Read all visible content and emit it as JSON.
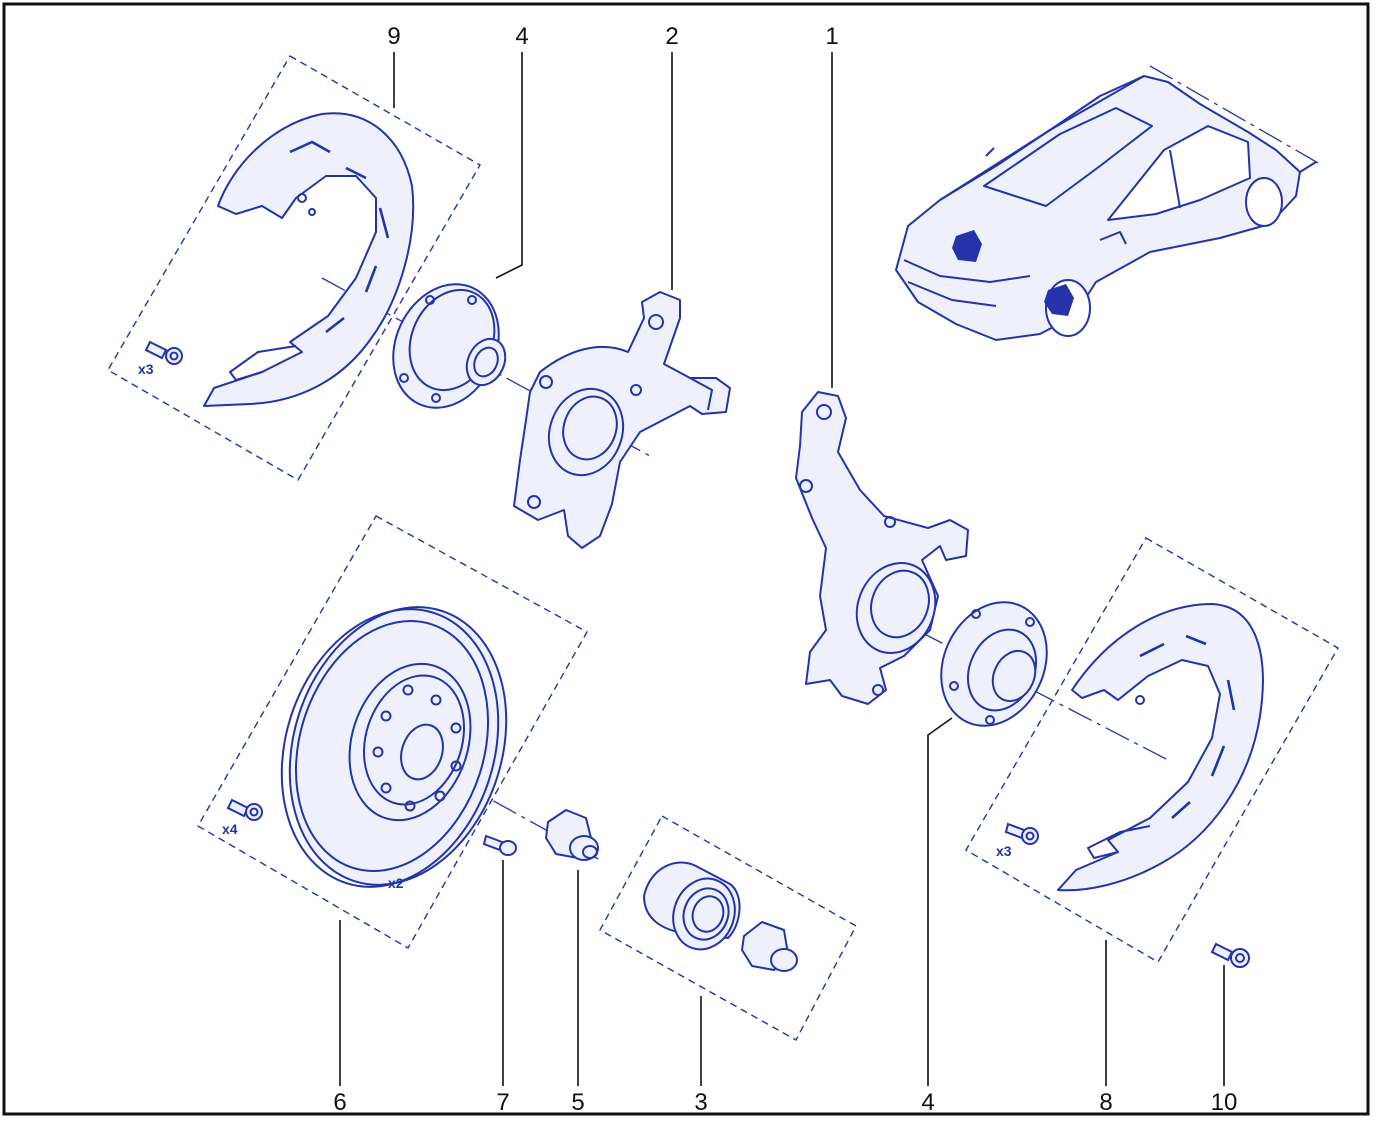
{
  "diagram": {
    "callouts_top": [
      "9",
      "4",
      "2",
      "1"
    ],
    "callouts_bottom": [
      "6",
      "7",
      "5",
      "3",
      "4",
      "8",
      "10"
    ],
    "quantities": [
      "x3",
      "x4",
      "x2",
      "x3"
    ]
  },
  "colors": {
    "line": "#2434a8",
    "leader": "#111111",
    "frame": "#111111",
    "fill": "#eef1fb"
  }
}
